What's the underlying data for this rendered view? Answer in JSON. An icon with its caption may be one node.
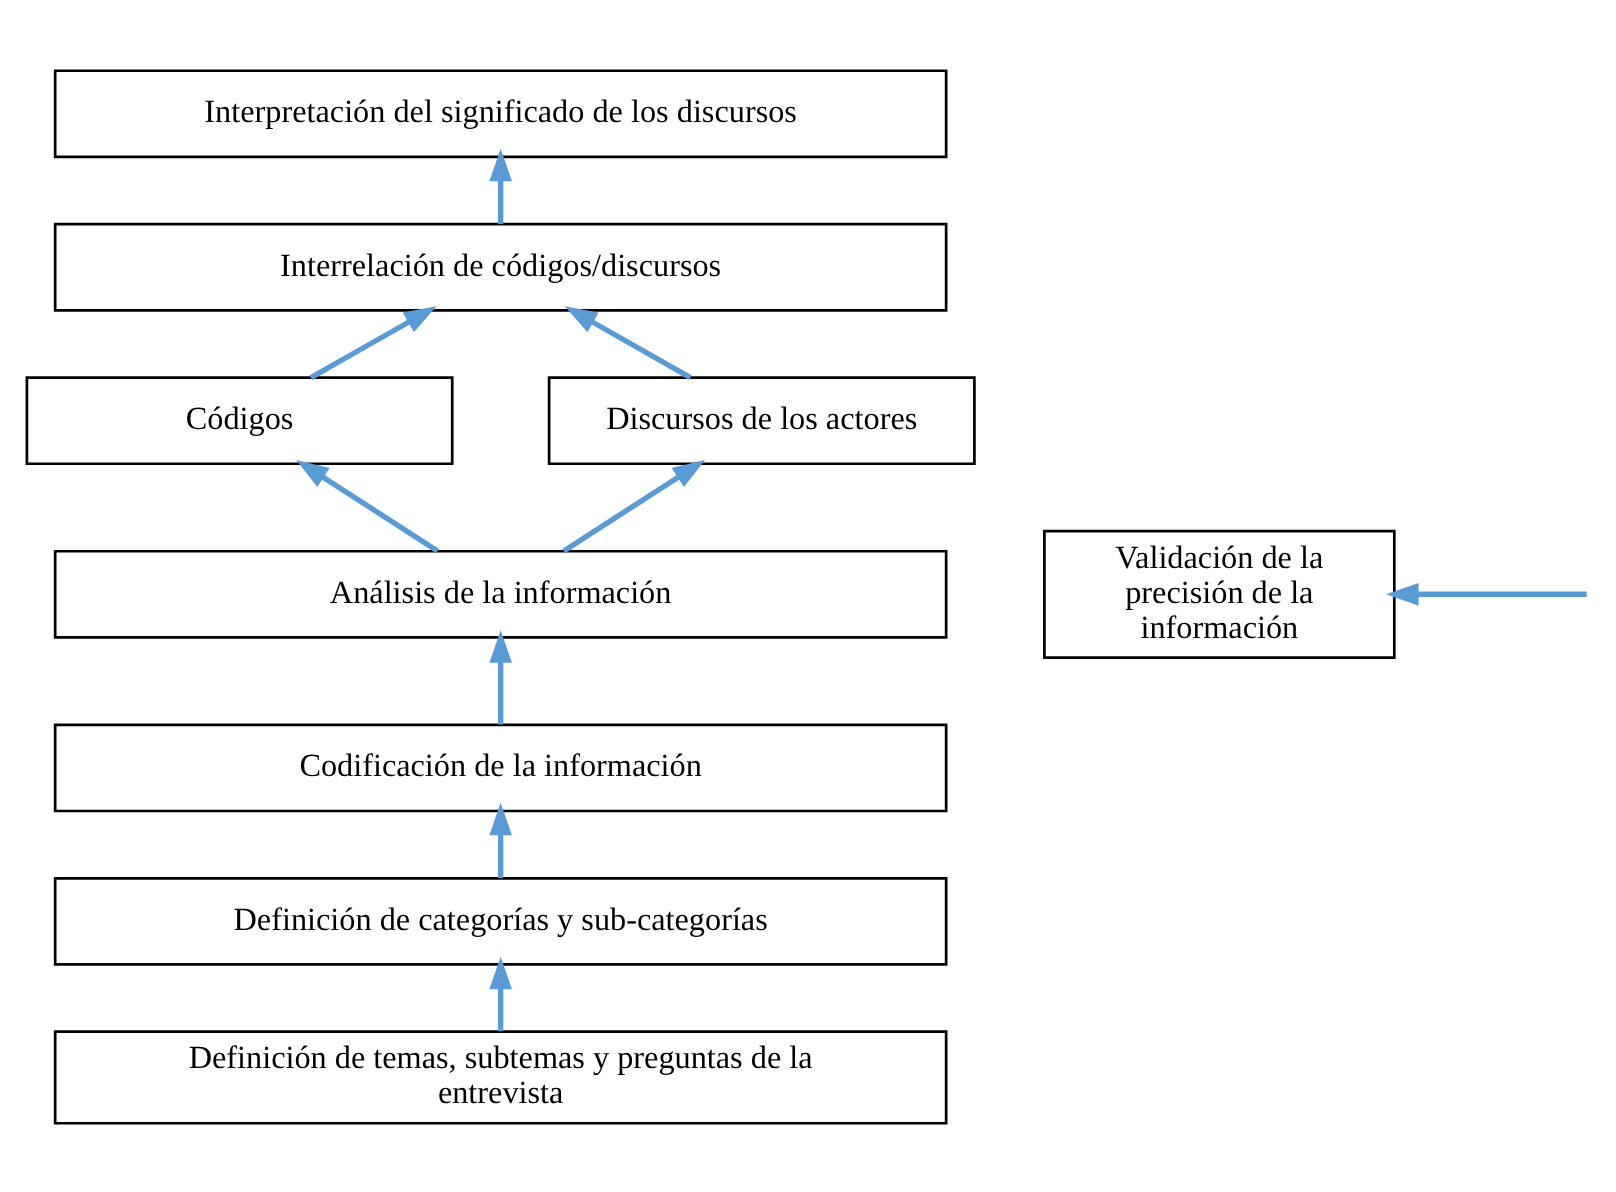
{
  "diagram": {
    "nodes": [
      {
        "text": [
          "Interpretación del significado de los discursos"
        ]
      },
      {
        "text": [
          "Interrelación de códigos/discursos"
        ]
      },
      {
        "text": [
          "Códigos"
        ]
      },
      {
        "text": [
          "Discursos de los actores"
        ]
      },
      {
        "text": [
          "Análisis de la información"
        ]
      },
      {
        "text": [
          "Codificación de la información"
        ]
      },
      {
        "text": [
          "Definición de categorías y sub-categorías"
        ]
      },
      {
        "text": [
          "Definición de temas, subtemas y preguntas de la entrevista"
        ]
      },
      {
        "text": [
          "Validación de la precisión de la información"
        ]
      }
    ],
    "edges": [
      {
        "from": 7,
        "to": 6,
        "arrow": "to"
      },
      {
        "from": 6,
        "to": 5,
        "arrow": "to"
      },
      {
        "from": 5,
        "to": 4,
        "arrow": "to"
      },
      {
        "from": 4,
        "to": 2,
        "arrow": "to"
      },
      {
        "from": 4,
        "to": 3,
        "arrow": "to"
      },
      {
        "from": 2,
        "to": 1,
        "arrow": "to"
      },
      {
        "from": 3,
        "to": 1,
        "arrow": "to"
      },
      {
        "from": 1,
        "to": 0,
        "arrow": "to"
      },
      {
        "from": null,
        "to": 8,
        "arrow": "to"
      }
    ]
  }
}
